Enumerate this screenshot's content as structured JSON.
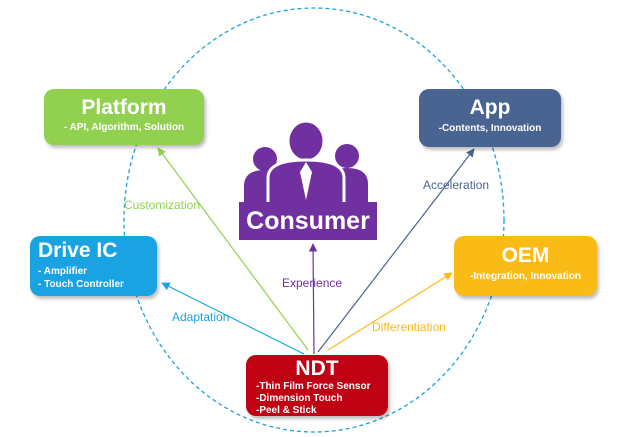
{
  "consumer": {
    "label": "Consumer"
  },
  "boxes": {
    "platform": {
      "title": "Platform",
      "subtitle": "- API, Algorithm, Solution"
    },
    "app": {
      "title": "App",
      "subtitle": "-Contents, Innovation"
    },
    "driveic": {
      "title": "Drive IC",
      "items": [
        "-   Amplifier",
        "-   Touch Controller"
      ]
    },
    "oem": {
      "title": "OEM",
      "subtitle": "-Integration, Innovation"
    },
    "ndt": {
      "title": "NDT",
      "items": [
        "-Thin Film Force Sensor",
        "-Dimension Touch",
        "-Peel & Stick"
      ]
    }
  },
  "arrows": {
    "customization": "Customization",
    "adaptation": "Adaptation",
    "experience": "Experience",
    "acceleration": "Acceleration",
    "differentiation": "Differentiation"
  },
  "colors": {
    "platform": "#92d050",
    "app": "#4a6491",
    "driveic": "#1aa3e3",
    "oem": "#fbbb17",
    "ndt": "#c00013",
    "consumer": "#7030a0",
    "circle": "#1aa3e3"
  }
}
